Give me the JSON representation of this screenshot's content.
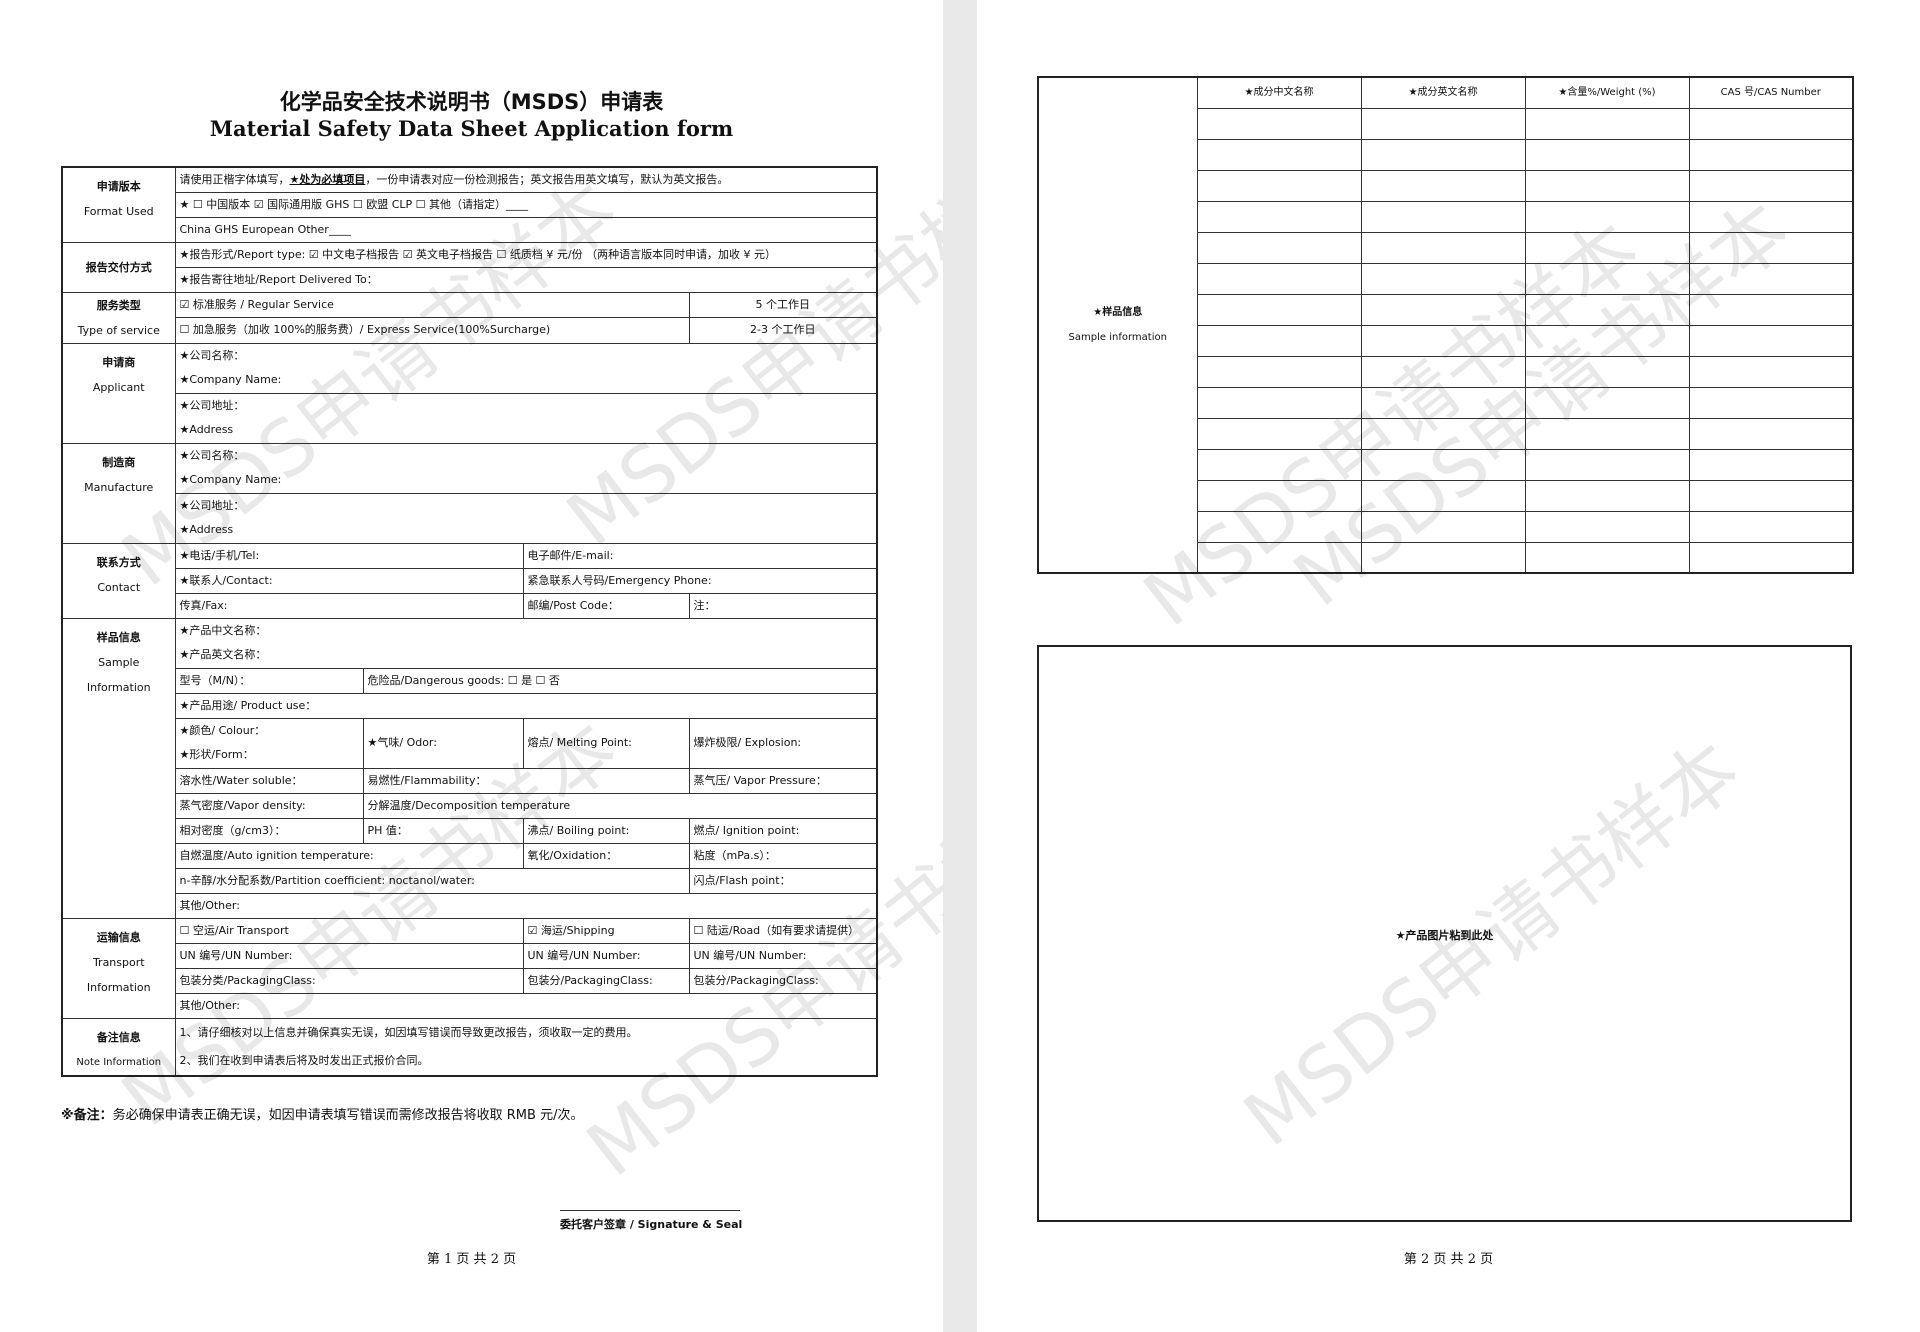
{
  "page1": {
    "title_cn": "化学品安全技术说明书（MSDS）申请表",
    "title_en": "Material Safety Data Sheet Application form",
    "format": {
      "label_cn": "申请版本",
      "label_en": "Format Used",
      "instruction_pre": "请使用正楷字体填写，",
      "instruction_req": "★处为必填项目",
      "instruction_post": "，一份申请表对应一份检测报告；英文报告用英文填写，默认为英文报告。",
      "options": "★ ☐ 中国版本   ☑ 国际通用版 GHS   ☐ 欧盟 CLP   ☐ 其他（请指定）____",
      "options_en": "China              GHS                European                      Other____"
    },
    "delivery": {
      "label_cn": "报告交付方式",
      "report_type": "★报告形式/Report type: ☑ 中文电子档报告  ☑ 英文电子档报告  ☐ 纸质档 ¥      元/份 （两种语言版本同时申请，加收 ¥      元）",
      "report_to": "★报告寄往地址/Report Delivered To："
    },
    "service": {
      "label_cn": "服务类型",
      "label_en": "Type of service",
      "regular": "☑ 标准服务 / Regular Service",
      "regular_days": "5 个工作日",
      "express": "☐ 加急服务（加收 100%的服务费）/ Express Service(100%Surcharge)",
      "express_days": "2-3 个工作日"
    },
    "applicant": {
      "label_cn": "申请商",
      "label_en": "Applicant",
      "company_cn": "★公司名称：",
      "company_en": "★Company Name:",
      "address_cn": "★公司地址：",
      "address_en": "★Address"
    },
    "manufacturer": {
      "label_cn": "制造商",
      "label_en": "Manufacture",
      "company_cn": "★公司名称：",
      "company_en": "★Company Name:",
      "address_cn": "★公司地址：",
      "address_en": "★Address"
    },
    "contact": {
      "label_cn": "联系方式",
      "label_en": "Contact",
      "tel": "★电话/手机/Tel:",
      "email": "电子邮件/E-mail:",
      "contact": "★联系人/Contact:",
      "emergency": "紧急联系人号码/Emergency Phone:",
      "fax": "传真/Fax:",
      "post": "邮编/Post Code：",
      "note": "注："
    },
    "sample": {
      "label_cn": "样品信息",
      "label_en1": "Sample",
      "label_en2": "Information",
      "name_cn": "★产品中文名称：",
      "name_en": "★产品英文名称：",
      "model": "型号（M/N）：",
      "dangerous": "危险品/Dangerous goods: ☐ 是     ☐ 否",
      "use": "★产品用途/ Product use：",
      "colour": "★颜色/ Colour：",
      "form": "★形状/Form：",
      "odor": "★气味/ Odor:",
      "melting": "熔点/ Melting Point:",
      "explosion": "爆炸极限/ Explosion:",
      "water": "溶水性/Water soluble：",
      "flammability": "易燃性/Flammability：",
      "vapor_pressure": "蒸气压/ Vapor Pressure：",
      "vapor_density": "蒸气密度/Vapor density:",
      "decomposition": "分解温度/Decomposition temperature",
      "relative_density": "相对密度（g/cm3）：",
      "ph": "PH 值：",
      "boiling": "沸点/ Boiling point:",
      "ignition": "燃点/ Ignition point:",
      "auto_ignition": "自燃温度/Auto ignition temperature:",
      "oxidation": "氧化/Oxidation：",
      "viscosity": "粘度（mPa.s）：",
      "partition": "n-辛醇/水分配系数/Partition coefficient: noctanol/water:",
      "flash": "闪点/Flash point：",
      "other": "其他/Other:"
    },
    "transport": {
      "label_cn": "运输信息",
      "label_en1": "Transport",
      "label_en2": "Information",
      "air": "☐ 空运/Air Transport",
      "shipping": "☑ 海运/Shipping",
      "road": "☐ 陆运/Road（如有要求请提供）",
      "un1": "UN 编号/UN Number:",
      "un2": "UN 编号/UN Number:",
      "un3": "UN 编号/UN Number:",
      "pkg1": "包装分类/PackagingClass:",
      "pkg2": "包装分/PackagingClass:",
      "pkg3": "包装分/PackagingClass:",
      "other": "其他/Other:"
    },
    "note": {
      "label_cn": "备注信息",
      "label_en": "Note  Information",
      "line1": "1、请仔细核对以上信息并确保真实无误，如因填写错误而导致更改报告，须收取一定的费用。",
      "line2": "2、我们在收到申请表后将及时发出正式报价合同。"
    },
    "remark_label": "※备注：",
    "remark_text": "务必确保申请表正确无误，如因申请表填写错误而需修改报告将收取 RMB      元/次。",
    "signature": "委托客户签章 / Signature & Seal",
    "pager": "第 1 页 共 2 页"
  },
  "page2": {
    "side_cn": "★样品信息",
    "side_en": "Sample information",
    "headers": [
      "★成分中文名称",
      "★成分英文名称",
      "★含量%/Weight (%)",
      "CAS 号/CAS Number"
    ],
    "photo_label": "★产品图片粘到此处",
    "pager": "第 2 页 共 2 页"
  },
  "watermark": "MSDS申请书样本"
}
